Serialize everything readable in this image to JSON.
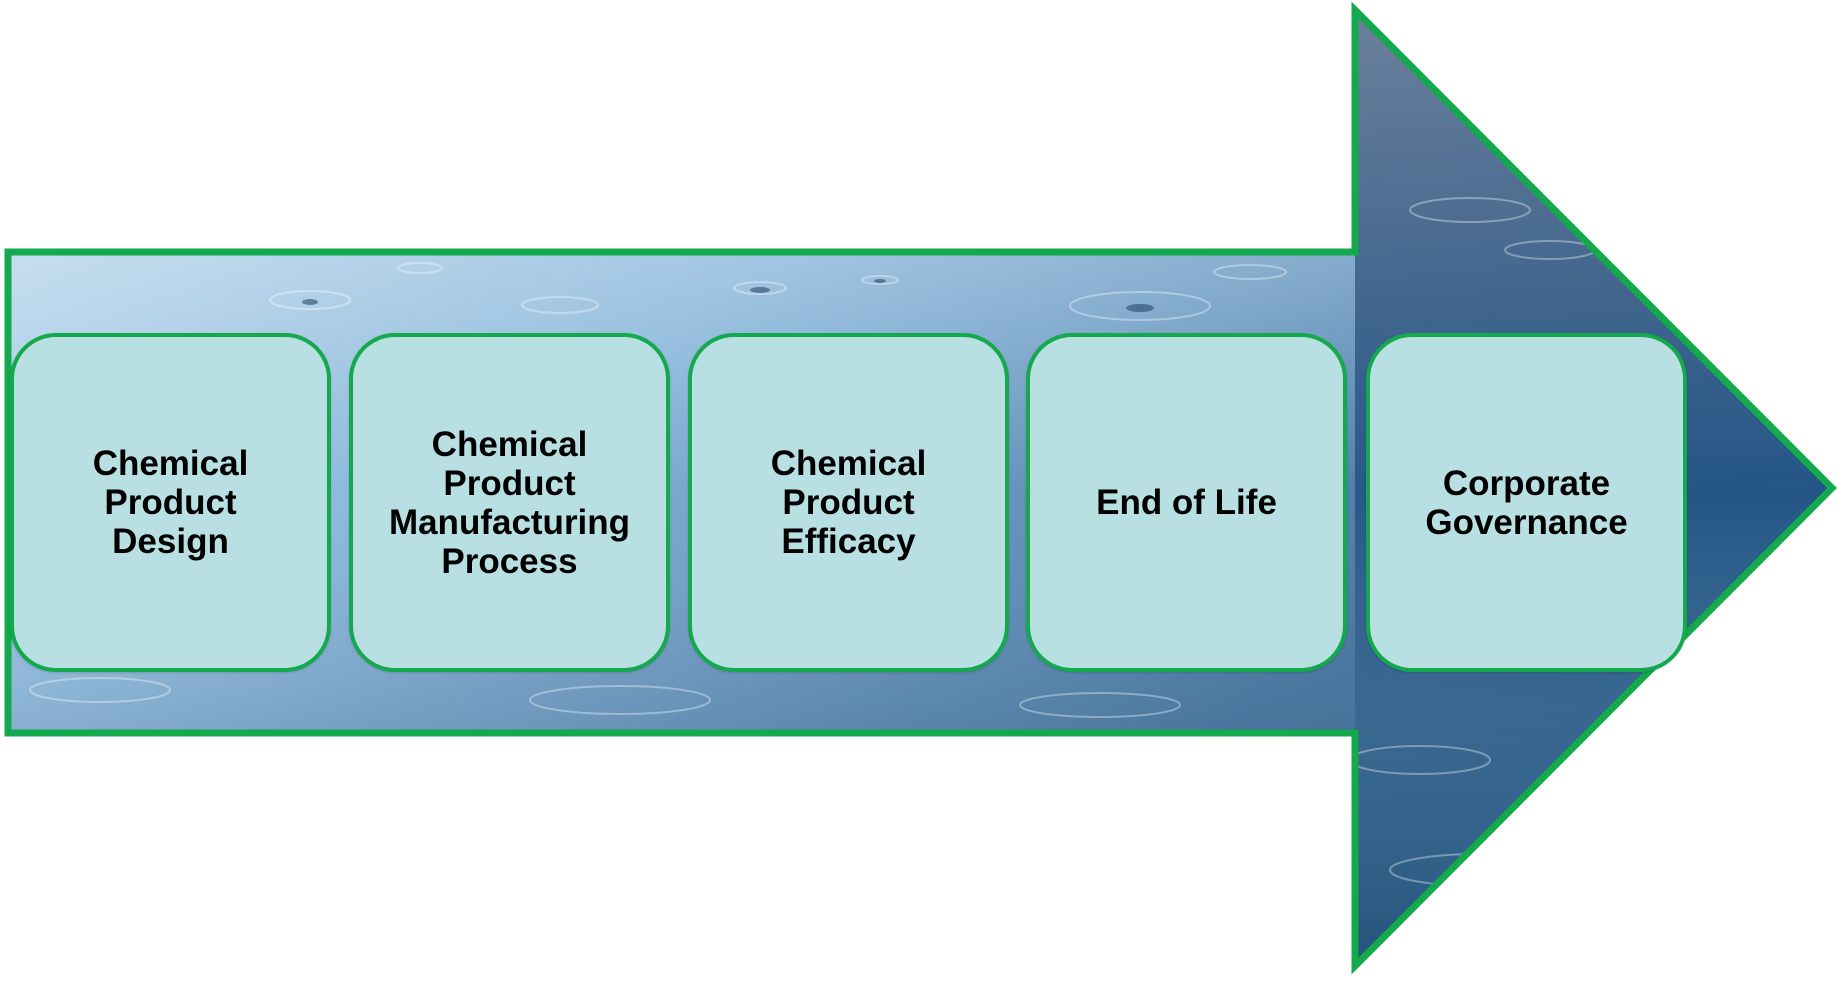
{
  "diagram": {
    "type": "process-arrow",
    "colors": {
      "border": "#13a94c",
      "box_fill": "#b8dfe2",
      "water_light": "#cfe6f4",
      "water_mid": "#6f9fc6",
      "water_dark": "#0f2f5a"
    },
    "stages": [
      {
        "label": "Chemical\nProduct\nDesign"
      },
      {
        "label": "Chemical\nProduct\nManufacturing\nProcess"
      },
      {
        "label": "Chemical\nProduct\nEfficacy"
      },
      {
        "label": "End of Life"
      },
      {
        "label": "Corporate\nGovernance"
      }
    ]
  }
}
